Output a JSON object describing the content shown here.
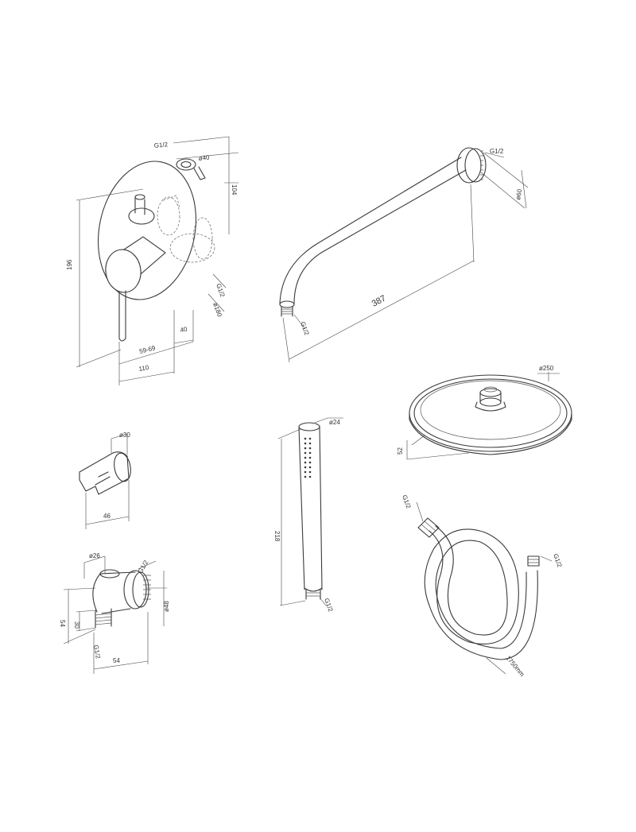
{
  "mixer": {
    "thread_top": "G1/2",
    "dia_40": "ø40",
    "height_104": "104",
    "height_196": "196",
    "thread_side": "G1/2",
    "dia_180": "ø180",
    "depth_40": "40",
    "depth_range": "59-69",
    "depth_110": "110"
  },
  "arm": {
    "thread_wall": "G1/2",
    "dia_60": "ø60",
    "length": "387",
    "thread_end": "G1/2"
  },
  "head": {
    "dia": "ø250",
    "height": "52"
  },
  "holder": {
    "dia": "ø30",
    "width": "46"
  },
  "hand": {
    "dia": "ø24",
    "length": "218",
    "thread": "G1/2"
  },
  "outlet": {
    "dia_26": "ø26",
    "thread_top": "G1/2",
    "dia_48": "ø48",
    "h_54": "54",
    "h_30": "30",
    "thread_bottom": "G1/2",
    "w_54": "54"
  },
  "hose": {
    "thread_left": "G1/2",
    "thread_right": "G1/2",
    "length": "1750mm"
  }
}
